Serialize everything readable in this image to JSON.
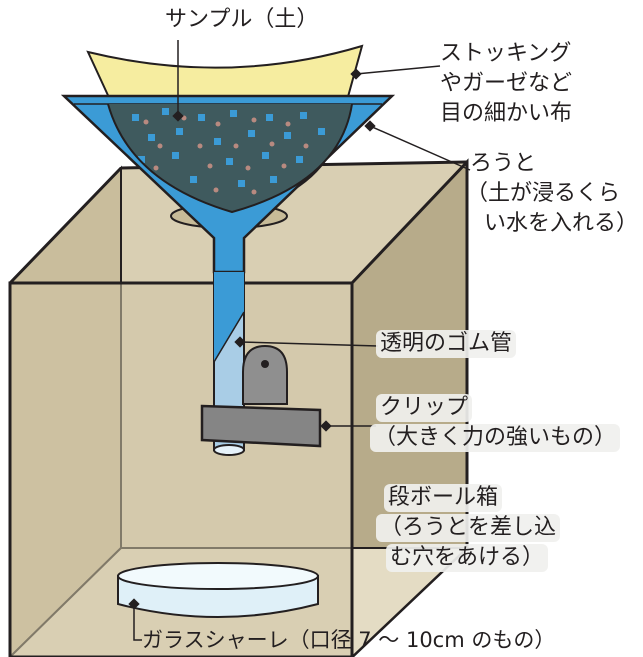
{
  "labels": {
    "sample": "サンプル（土）",
    "cloth_1": "ストッキング",
    "cloth_2": "やガーゼなど",
    "cloth_3": "目の細かい布",
    "funnel_1": "ろうと",
    "funnel_2": "（土が浸るくら",
    "funnel_3": "い水を入れる）",
    "tube": "透明のゴム管",
    "clip_1": "クリップ",
    "clip_2": "（大きく力の強いもの）",
    "box_1": "段ボール箱",
    "box_2": "（ろうとを差し込",
    "box_3": "む穴をあける）",
    "dish": "ガラスシャーレ（口径 7 〜 10cm のもの）"
  },
  "colors": {
    "box_face": "#cfc4a6",
    "box_side": "#b7ab8a",
    "cloth": "#f6eda0",
    "water": "#3b9bd6",
    "soil": "#3f5a5e",
    "clip": "#858585",
    "dish": "#dff0f8",
    "outline": "#231f20"
  }
}
